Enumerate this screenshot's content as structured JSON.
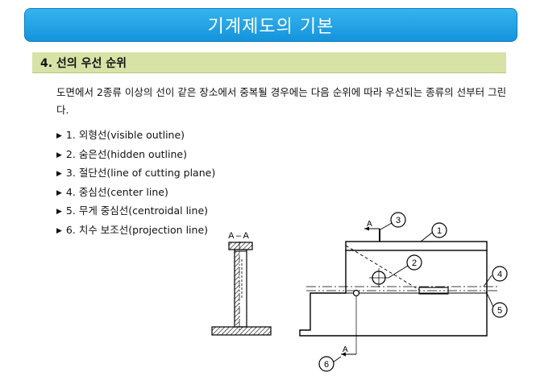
{
  "header": {
    "title": "기계제도의 기본"
  },
  "section": {
    "heading": "4. 선의 우선 순위"
  },
  "intro": {
    "text": "도면에서 2종류 이상의 선이 같은 장소에서 중복될 경우에는 다음 순위에 따라 우선되는 종류의 선부터 그린다."
  },
  "rules": [
    {
      "bullet": "▶",
      "text": "1. 외형선(visible outline)"
    },
    {
      "bullet": "▶",
      "text": "2. 숨은선(hidden outline)"
    },
    {
      "bullet": "▶",
      "text": "3. 절단선(line of cutting plane)"
    },
    {
      "bullet": "▶",
      "text": "4. 중심선(center line)"
    },
    {
      "bullet": "▶",
      "text": "5. 무게 중심선(centroidal line)"
    },
    {
      "bullet": "▶",
      "text": "6. 치수 보조선(projection line)"
    }
  ],
  "figure": {
    "section_label": "A – A",
    "cut_letter_top": "A",
    "cut_letter_bottom": "A",
    "callouts": [
      "1",
      "2",
      "3",
      "4",
      "5",
      "6"
    ]
  }
}
